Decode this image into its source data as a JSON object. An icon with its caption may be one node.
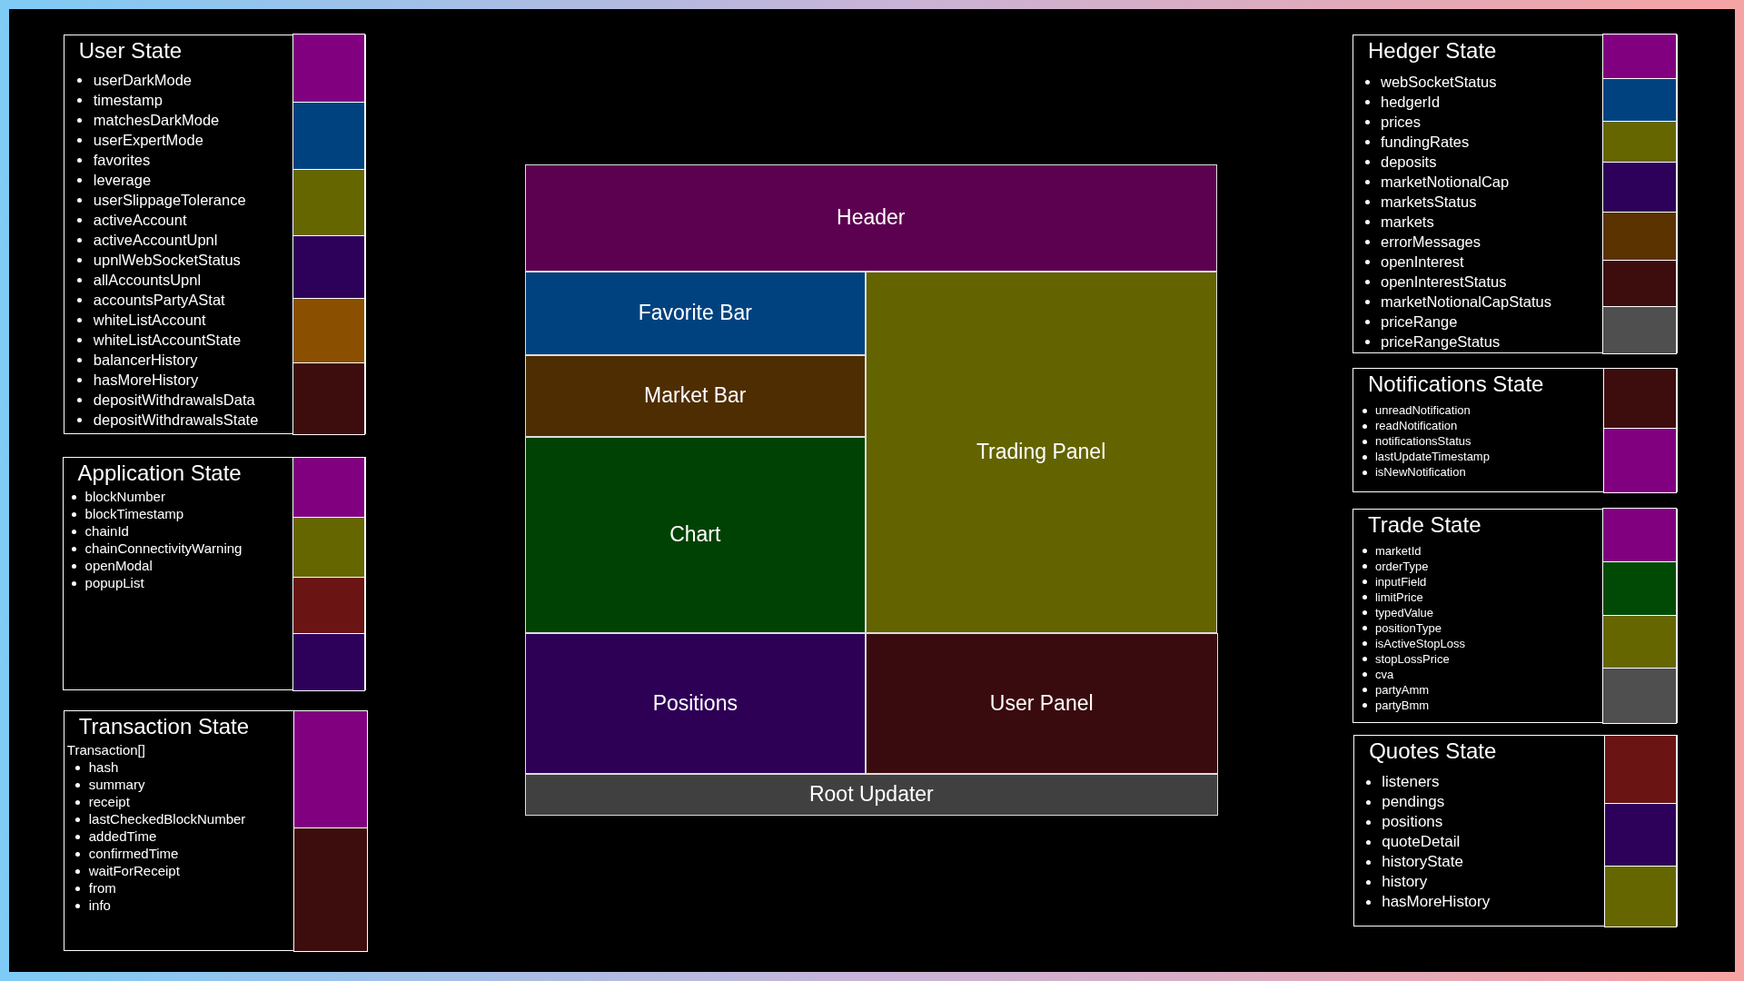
{
  "diagram": {
    "nodes": [
      {
        "text": [
          "User State",
          "userDarkMode",
          "timestamp",
          "matchesDarkMode",
          "userExpertMode",
          "favorites",
          "leverage",
          "userSlippageTolerance",
          "activeAccount",
          "activeAccountUpnl",
          "upnlWebSocketStatus",
          "allAccountsUpnl",
          "accountsPartyAStat",
          "whiteListAccount",
          "whiteListAccountState",
          "balancerHistory",
          "hasMoreHistory",
          "depositWithdrawalsData",
          "depositWithdrawalsState"
        ]
      },
      {
        "text": [],
        "shape": "box",
        "in": 0
      },
      {
        "text": [],
        "shape": "box",
        "in": 0
      },
      {
        "text": [],
        "shape": "box",
        "in": 0
      },
      {
        "text": [],
        "shape": "box",
        "in": 0
      },
      {
        "text": [],
        "shape": "box",
        "in": 0
      },
      {
        "text": [],
        "shape": "box",
        "in": 0
      },
      {
        "text": [
          "Application State",
          "blockNumber",
          "blockTimestamp",
          "chainId",
          "chainConnectivityWarning",
          "openModal",
          "popupList"
        ]
      },
      {
        "text": [],
        "shape": "box",
        "in": 7
      },
      {
        "text": [],
        "shape": "box",
        "in": 7
      },
      {
        "text": [],
        "shape": "box",
        "in": 7
      },
      {
        "text": [],
        "shape": "box",
        "in": 7
      },
      {
        "text": [
          "Transaction State",
          "Transaction[]",
          "hash",
          "summary",
          "receipt",
          "lastCheckedBlockNumber",
          "addedTime",
          "confirmedTime",
          "waitForReceipt",
          "from",
          "info"
        ]
      },
      {
        "text": [],
        "shape": "box",
        "in": 12
      },
      {
        "text": [],
        "shape": "box",
        "in": 12
      },
      {
        "text": [
          "Header"
        ]
      },
      {
        "text": [
          "Favorite Bar"
        ]
      },
      {
        "text": [
          "Market Bar"
        ]
      },
      {
        "text": [
          "Chart"
        ]
      },
      {
        "text": [
          "Trading Panel"
        ]
      },
      {
        "text": [
          "Positions"
        ]
      },
      {
        "text": [
          "User Panel"
        ]
      },
      {
        "text": [
          "Root Updater"
        ]
      },
      {
        "text": [
          "Hedger State",
          "webSocketStatus",
          "hedgerId",
          "prices",
          "fundingRates",
          "deposits",
          "marketNotionalCap",
          "marketsStatus",
          "markets",
          "errorMessages",
          "openInterest",
          "openInterestStatus",
          "marketNotionalCapStatus",
          "priceRange",
          "priceRangeStatus"
        ]
      },
      {
        "text": [],
        "shape": "box",
        "in": 23
      },
      {
        "text": [],
        "shape": "box",
        "in": 23
      },
      {
        "text": [],
        "shape": "box",
        "in": 23
      },
      {
        "text": [],
        "shape": "box",
        "in": 23
      },
      {
        "text": [],
        "shape": "box",
        "in": 23
      },
      {
        "text": [],
        "shape": "box",
        "in": 23
      },
      {
        "text": [],
        "shape": "box",
        "in": 23
      },
      {
        "text": [
          "Notifications State",
          "unreadNotification",
          "readNotification",
          "notificationsStatus",
          "lastUpdateTimestamp",
          "isNewNotification"
        ]
      },
      {
        "text": [],
        "shape": "box",
        "in": 31
      },
      {
        "text": [],
        "shape": "box",
        "in": 31
      },
      {
        "text": [
          "Trade State",
          "marketId",
          "orderType",
          "inputField",
          "limitPrice",
          "typedValue",
          "positionType",
          "isActiveStopLoss",
          "stopLossPrice",
          "cva",
          "partyAmm",
          "partyBmm"
        ]
      },
      {
        "text": [],
        "shape": "box",
        "in": 34
      },
      {
        "text": [],
        "shape": "box",
        "in": 34
      },
      {
        "text": [],
        "shape": "box",
        "in": 34
      },
      {
        "text": [],
        "shape": "box",
        "in": 34
      },
      {
        "text": [
          "Quotes State",
          "listeners",
          "pendings",
          "positions",
          "quoteDetail",
          "historyState",
          "history",
          "hasMoreHistory"
        ]
      },
      {
        "text": [],
        "shape": "box",
        "in": 39
      },
      {
        "text": [],
        "shape": "box",
        "in": 39
      },
      {
        "text": [],
        "shape": "box",
        "in": 39
      }
    ]
  }
}
